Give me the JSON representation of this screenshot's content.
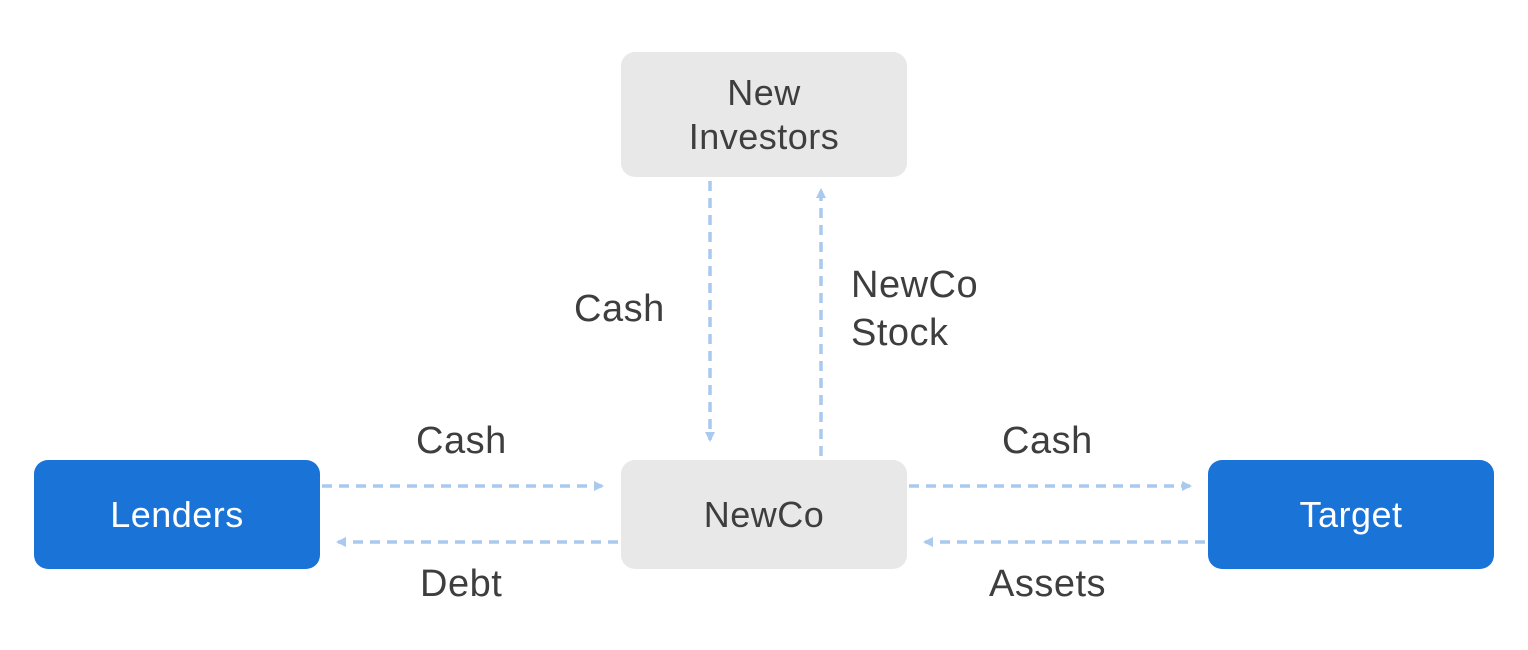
{
  "colors": {
    "node_gray": "#e8e8e8",
    "node_blue": "#1a73d6",
    "arrow": "#a9c9ee",
    "text_dark": "#3e3e3e",
    "text_light": "#ffffff"
  },
  "nodes": {
    "investors": "New\nInvestors",
    "newco": "NewCo",
    "lenders": "Lenders",
    "target": "Target"
  },
  "flows": {
    "investors_to_newco": "Cash",
    "newco_to_investors": "NewCo\nStock",
    "lenders_to_newco": "Cash",
    "newco_to_lenders": "Debt",
    "newco_to_target": "Cash",
    "target_to_newco": "Assets"
  }
}
